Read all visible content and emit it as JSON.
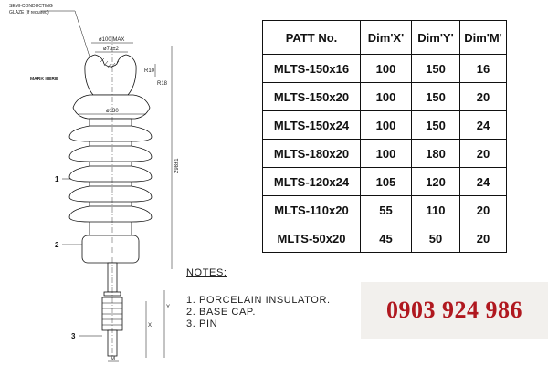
{
  "drawing": {
    "glaze_label_1": "SEMI-CONDUCTING",
    "glaze_label_2": "GLAZE (If required)",
    "mark_label": "MARK HERE",
    "dim_max": "ø100 MAX",
    "dim_groove": "ø73±2",
    "dim_r10": "R10",
    "dim_r18": "R18",
    "dim_130": "ø130",
    "dim_298": "298±1",
    "callout_1": "1",
    "callout_2": "2",
    "callout_3": "3",
    "dim_x": "X",
    "dim_y": "Y",
    "dim_m": "M"
  },
  "table": {
    "headers": [
      "PATT No.",
      "Dim'X'",
      "Dim'Y'",
      "Dim'M'"
    ],
    "rows": [
      [
        "MLTS-150x16",
        "100",
        "150",
        "16"
      ],
      [
        "MLTS-150x20",
        "100",
        "150",
        "20"
      ],
      [
        "MLTS-150x24",
        "100",
        "150",
        "24"
      ],
      [
        "MLTS-180x20",
        "100",
        "180",
        "20"
      ],
      [
        "MLTS-120x24",
        "105",
        "120",
        "24"
      ],
      [
        "MLTS-110x20",
        "55",
        "110",
        "20"
      ],
      [
        "MLTS-50x20",
        "45",
        "50",
        "20"
      ]
    ]
  },
  "notes": {
    "title": "NOTES:",
    "items": [
      "1. PORCELAIN INSULATOR.",
      "2. BASE CAP.",
      "3. PIN"
    ]
  },
  "banner": {
    "phone": "0903 924 986",
    "text_color": "#b0181f",
    "background": "#f2f0ed"
  }
}
